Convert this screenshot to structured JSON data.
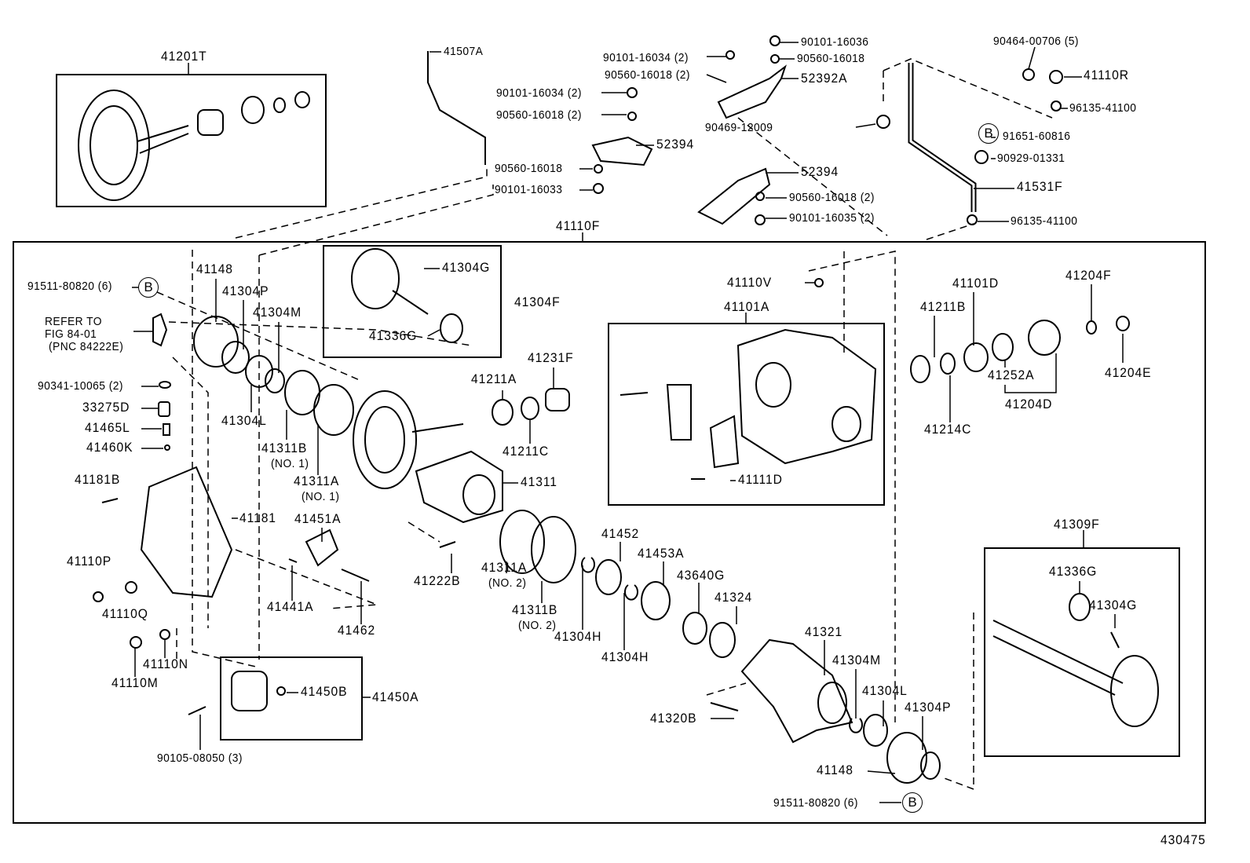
{
  "figure_number": "430475",
  "callout_letter": "B",
  "refer_note": [
    "REFER TO",
    "FIG 84-01",
    "(PNC 84222E)"
  ],
  "labels": [
    "41201T",
    "41507A",
    "90101-16034 (2)",
    "90560-16018 (2)",
    "90101-16034 (2)",
    "90560-16018 (2)",
    "52394",
    "90560-16018",
    "90101-16033",
    "90101-16036",
    "90560-16018",
    "52392A",
    "90469-12009",
    "52394",
    "90560-16018 (2)",
    "90101-16035 (2)",
    "90464-00706 (5)",
    "41110R",
    "96135-41100",
    "91651-60816",
    "90929-01331",
    "41531F",
    "96135-41100",
    "41110F",
    "91511-80820 (6)",
    "41148",
    "41304P",
    "41304M",
    "41304G",
    "41304F",
    "41336G",
    "41304L",
    "90341-10065 (2)",
    "33275D",
    "41465L",
    "41460K",
    "41311B",
    "(NO. 1)",
    "41311A",
    "(NO. 1)",
    "41211A",
    "41231F",
    "41211C",
    "41311",
    "41181B",
    "41181",
    "41451A",
    "41110P",
    "41110Q",
    "41441A",
    "41462",
    "41222B",
    "41311A",
    "(NO. 2)",
    "41311B",
    "(NO. 2)",
    "41452",
    "41453A",
    "43640G",
    "41324",
    "41304H",
    "41304H",
    "41110N",
    "41110M",
    "41450B",
    "41450A",
    "90105-08050 (3)",
    "41321",
    "41304M",
    "41304L",
    "41304P",
    "41320B",
    "41148",
    "91511-80820 (6)",
    "41110V",
    "41101A",
    "41111D",
    "41211B",
    "41101D",
    "41204F",
    "41204E",
    "41252A",
    "41204D",
    "41214C",
    "41309F",
    "41336G",
    "41304G"
  ]
}
